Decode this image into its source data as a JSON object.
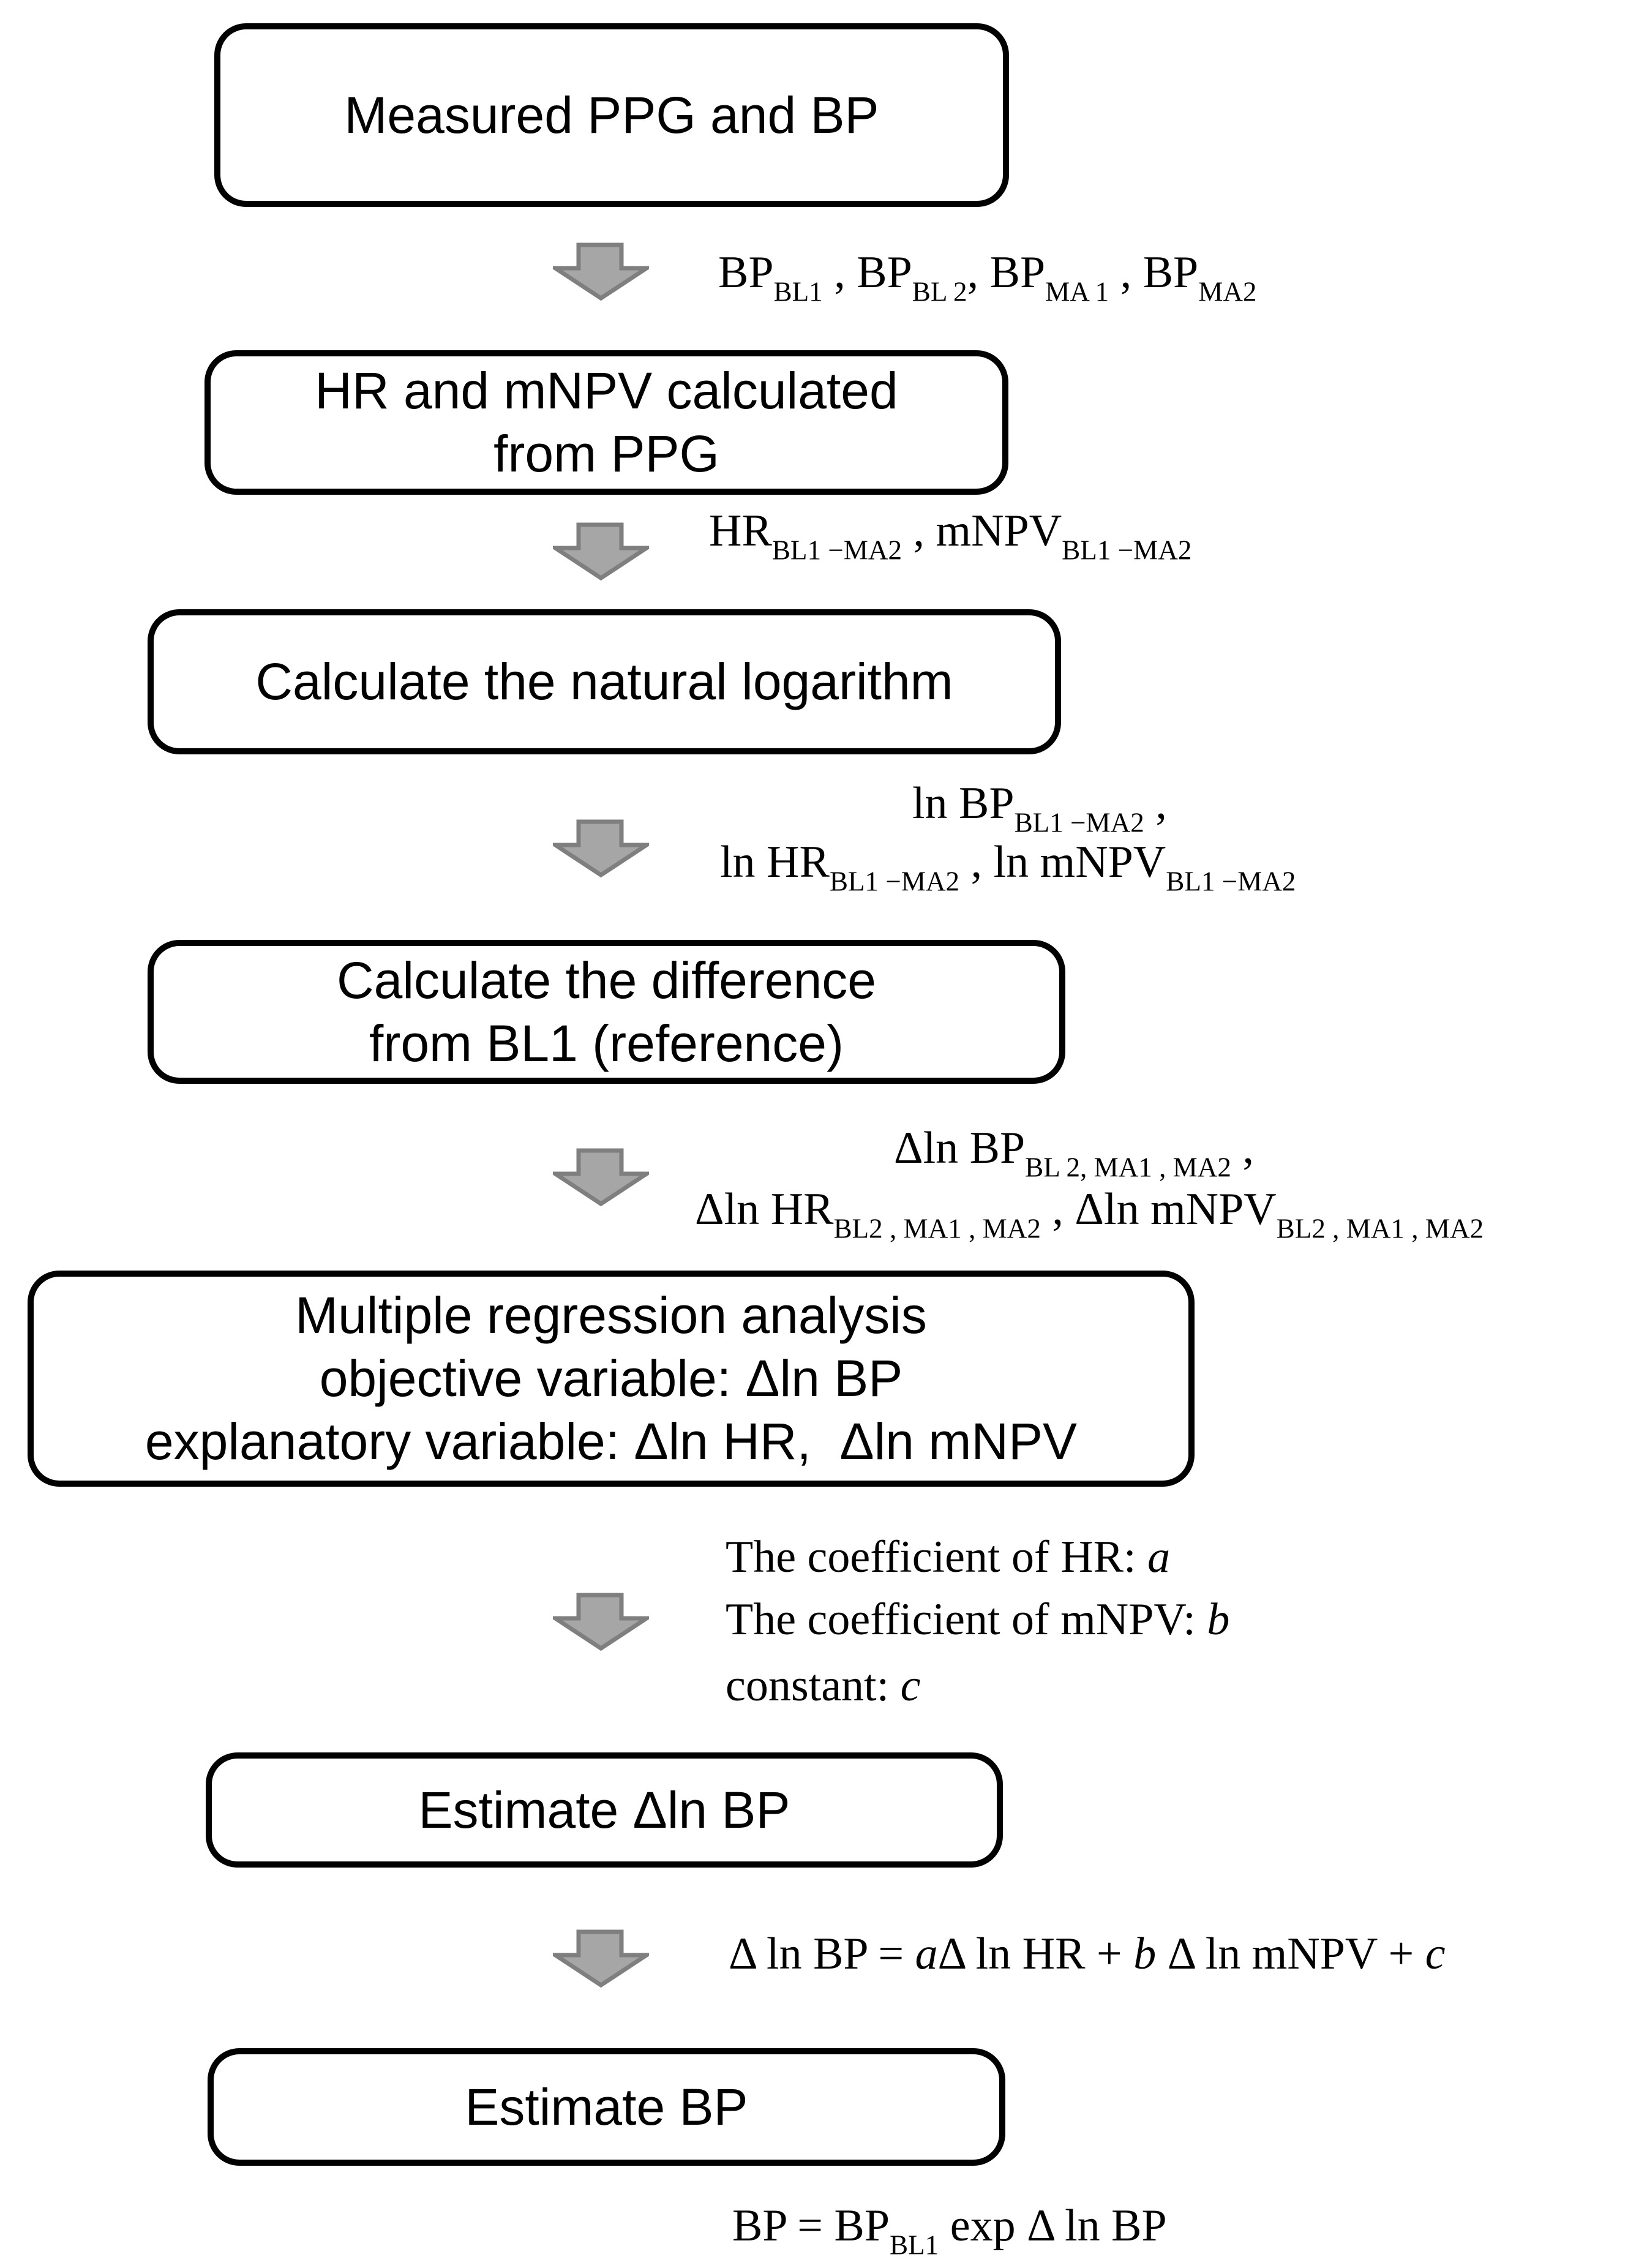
{
  "palette": {
    "page_bg": "#ffffff",
    "box_fill": "#ffffff",
    "box_border": "#000000",
    "arrow_fill": "#a6a6a6",
    "arrow_border": "#7f7f7f",
    "text": "#000000"
  },
  "boxes": [
    {
      "name": "measured-ppg-bp",
      "lines": [
        "Measured PPG and BP"
      ]
    },
    {
      "name": "hr-mnpv-from-ppg",
      "lines": [
        "HR and mNPV calculated",
        "from PPG"
      ]
    },
    {
      "name": "natural-logarithm",
      "lines": [
        "Calculate the natural logarithm"
      ]
    },
    {
      "name": "difference-from-bl1",
      "lines": [
        "Calculate the difference",
        "from BL1 (reference)"
      ]
    },
    {
      "name": "multiple-regression",
      "lines": [
        "Multiple regression analysis",
        "objective variable: Δln BP",
        "explanatory variable: Δln HR,  Δln mNPV"
      ]
    },
    {
      "name": "estimate-delta-ln-bp",
      "lines": [
        "Estimate Δln BP"
      ]
    },
    {
      "name": "estimate-bp",
      "lines": [
        "Estimate BP"
      ]
    }
  ],
  "labels": {
    "l1": {
      "lines": [
        [
          {
            "t": "BP"
          },
          {
            "t": "BL1",
            "sub": true
          },
          {
            "t": " , "
          },
          {
            "t": "BP"
          },
          {
            "t": "BL 2",
            "sub": true
          },
          {
            "t": ", "
          },
          {
            "t": "BP"
          },
          {
            "t": "MA 1",
            "sub": true
          },
          {
            "t": " , "
          },
          {
            "t": "BP"
          },
          {
            "t": "MA2",
            "sub": true
          }
        ]
      ]
    },
    "l2": {
      "lines": [
        [
          {
            "t": "HR"
          },
          {
            "t": "BL1 −MA2",
            "sub": true
          },
          {
            "t": " , "
          },
          {
            "t": "mNPV"
          },
          {
            "t": "BL1 −MA2",
            "sub": true
          }
        ]
      ]
    },
    "l3": {
      "lines": [
        [
          {
            "t": "ln BP"
          },
          {
            "t": "BL1 −MA2",
            "sub": true
          },
          {
            "t": " ,"
          }
        ],
        [
          {
            "t": "ln HR"
          },
          {
            "t": "BL1 −MA2",
            "sub": true
          },
          {
            "t": " , ln mNPV"
          },
          {
            "t": "BL1 −MA2",
            "sub": true
          }
        ]
      ]
    },
    "l4": {
      "lines": [
        [
          {
            "t": "Δln BP"
          },
          {
            "t": "BL 2, MA1 , MA2",
            "sub": true
          },
          {
            "t": " ,"
          }
        ],
        [
          {
            "t": "Δln HR"
          },
          {
            "t": "BL2 , MA1 , MA2",
            "sub": true
          },
          {
            "t": " , Δln mNPV"
          },
          {
            "t": "BL2 , MA1 , MA2",
            "sub": true
          }
        ]
      ]
    },
    "l5": {
      "lines": [
        [
          {
            "t": "The coefficient of HR: "
          },
          {
            "t": "a",
            "i": true
          }
        ],
        [
          {
            "t": "The coefficient of mNPV: "
          },
          {
            "t": "b",
            "i": true
          }
        ],
        [
          {
            "t": "constant: "
          },
          {
            "t": "c",
            "i": true
          }
        ]
      ]
    },
    "l6": {
      "lines": [
        [
          {
            "t": "Δ ln BP = "
          },
          {
            "t": "a",
            "i": true
          },
          {
            "t": "Δ ln HR + "
          },
          {
            "t": "b",
            "i": true
          },
          {
            "t": " Δ ln mNPV + "
          },
          {
            "t": "c",
            "i": true
          }
        ]
      ]
    },
    "l7": {
      "lines": [
        [
          {
            "t": "BP = BP"
          },
          {
            "t": "BL1",
            "sub": true
          },
          {
            "t": " exp Δ ln BP"
          }
        ]
      ]
    }
  }
}
